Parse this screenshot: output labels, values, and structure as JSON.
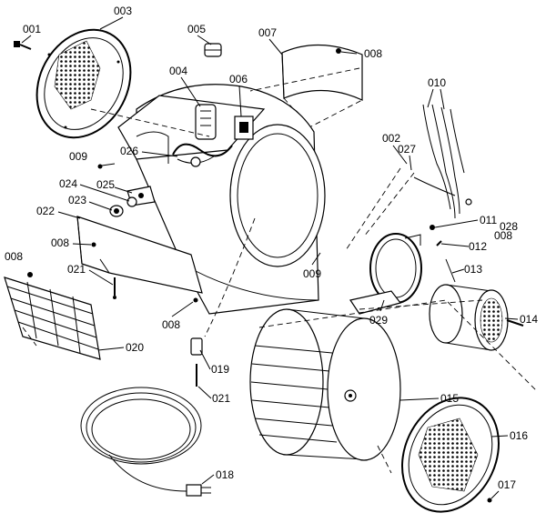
{
  "labels": {
    "l001": "001",
    "l003": "003",
    "l005": "005",
    "l007": "007",
    "l008a": "008",
    "l004": "004",
    "l006": "006",
    "l010": "010",
    "l002": "002",
    "l027": "027",
    "l026": "026",
    "l009a": "009",
    "l025": "025",
    "l024": "024",
    "l023": "023",
    "l022": "022",
    "l008b": "008",
    "l011": "011",
    "l028": "028",
    "l008c": "008",
    "l012": "012",
    "l008d": "008",
    "l021a": "021",
    "l009b": "009",
    "l013": "013",
    "l029": "029",
    "l014": "014",
    "l008e": "008",
    "l020": "020",
    "l019": "019",
    "l021b": "021",
    "l015": "015",
    "l016": "016",
    "l018": "018",
    "l017": "017"
  }
}
